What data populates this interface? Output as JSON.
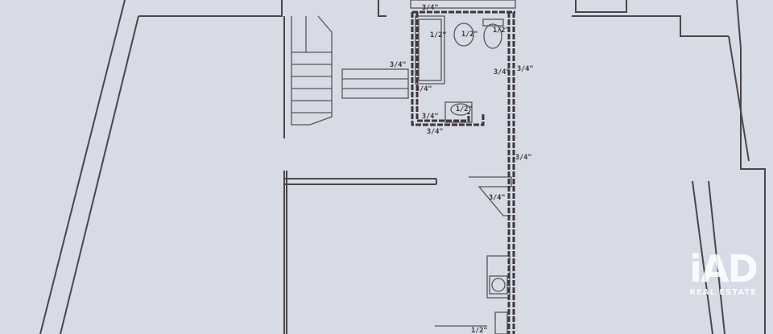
{
  "plan": {
    "labels": {
      "top_supply": "3/4\"",
      "bathtub": "1/2\"",
      "toilet_left": "1/2\"",
      "toilet_right": "1/2\"",
      "left_wall_upper": "3/4\"",
      "left_wall_lower": "3/4\"",
      "sink": "1/2\"",
      "bottom_inner": "3/4\"",
      "bottom_outer": "3/4\"",
      "right_inner": "3/4\"",
      "right_outer": "3/4\"",
      "riser_mid": "3/4\"",
      "kitchen_corner": "3/4\"",
      "bottom_kitchen": "1/2\""
    }
  },
  "watermark": {
    "brand": "iAD",
    "tagline": "REAL ESTATE"
  },
  "colors": {
    "paper": "#d6dbe5",
    "ink": "#4b4649",
    "pipe": "#3e3538"
  }
}
